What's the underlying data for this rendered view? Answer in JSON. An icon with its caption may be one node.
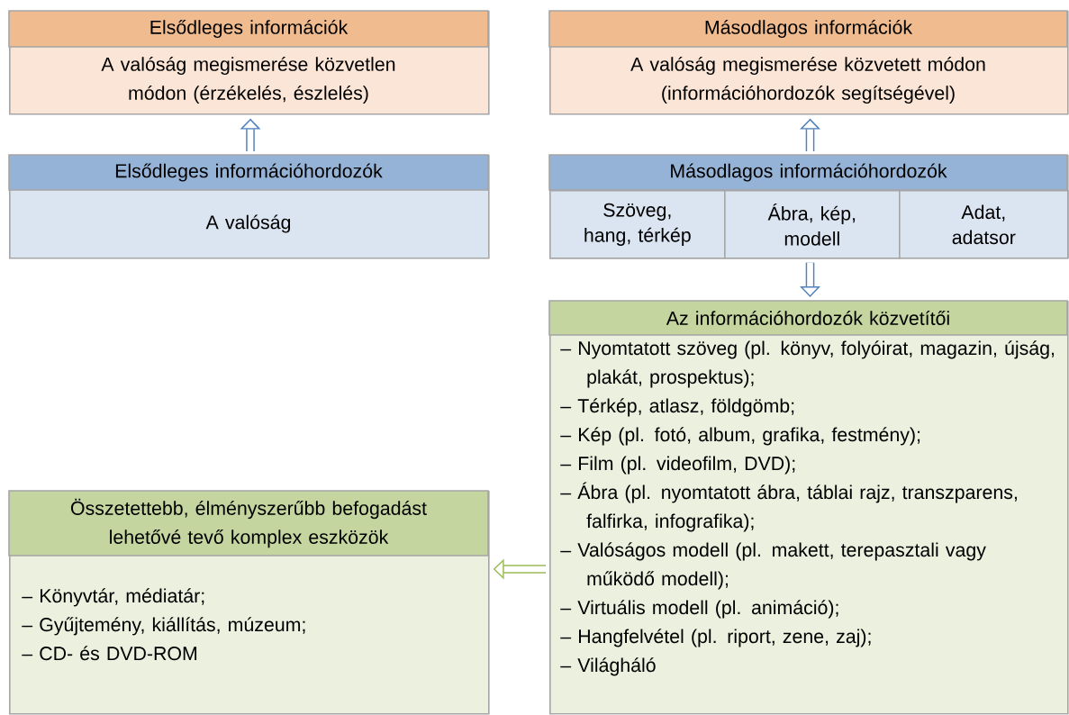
{
  "diagram": {
    "nodes": [
      {
        "text": [
          "Elsődleges információk",
          "A valóság megismerése közvetlen módon (érzékelés, észlelés)"
        ]
      },
      {
        "text": [
          "Másodlagos információk",
          "A valóság megismerése közvetett módon (információhordozók segítségével)"
        ]
      },
      {
        "text": [
          "Elsődleges információhordozók",
          "A valóság"
        ]
      },
      {
        "text": [
          "Másodlagos információhordozók"
        ]
      },
      {
        "text": [
          "Szöveg, hang, térkép"
        ],
        "in": 3
      },
      {
        "text": [
          "Ábra, kép, modell"
        ],
        "in": 3
      },
      {
        "text": [
          "Adat, adatsor"
        ],
        "in": 3
      },
      {
        "text": [
          "Az információhordozók közvetítői",
          "– Nyomtatott szöveg (pl. könyv, folyóirat, magazin, újság, plakát, prospektus);",
          "– Térkép, atlasz, földgömb;",
          "– Kép (pl. fotó, album, grafika, festmény);",
          "– Film (pl. videofilm, DVD);",
          "– Ábra (pl. nyomtatott ábra, táblai rajz, transzparens, falfirka, infografika);",
          "– Valóságos modell (pl. makett, terepasztali vagy működő modell);",
          "– Virtuális modell (pl. animáció);",
          "– Hangfelvétel (pl. riport, zene, zaj);",
          "– Világháló"
        ]
      },
      {
        "text": [
          "Összetettebb, élményszerűbb befogadást lehetővé tevő komplex eszközök",
          "– Könyvtár, médiatár;",
          "– Gyűjtemény, kiállítás, múzeum;",
          "– CD- és DVD-ROM"
        ]
      }
    ],
    "edges": [
      {
        "from": 2,
        "to": 0,
        "arrow": "to"
      },
      {
        "from": 3,
        "to": 1,
        "arrow": "to"
      },
      {
        "from": 3,
        "to": 7,
        "arrow": "to"
      },
      {
        "from": 7,
        "to": 8,
        "arrow": "to",
        "color": "#9bbb59"
      }
    ]
  }
}
